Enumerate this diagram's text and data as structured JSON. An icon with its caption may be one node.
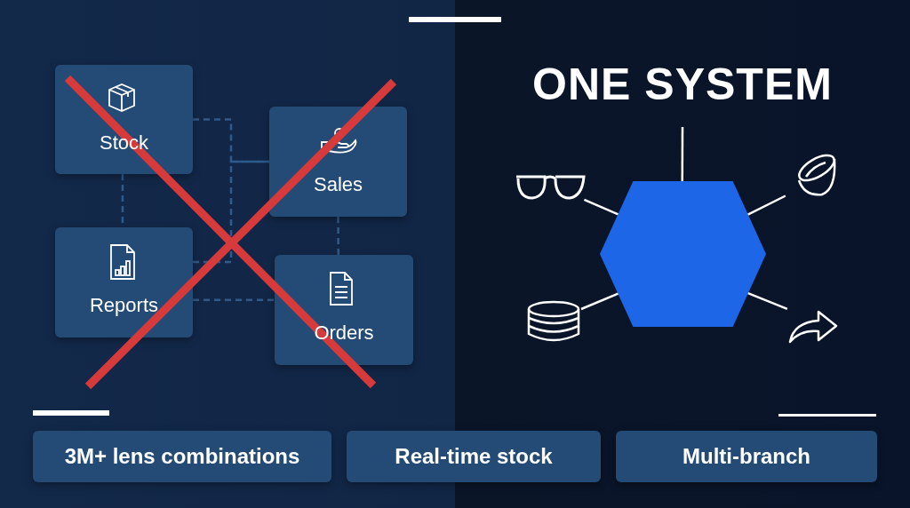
{
  "diagram": {
    "title": "ONE SYSTEM",
    "nodes": [
      {
        "text": [
          "Stock"
        ]
      },
      {
        "text": [
          "Sales"
        ]
      },
      {
        "text": [
          "Reports"
        ]
      },
      {
        "text": [
          "Orders"
        ]
      },
      {
        "text": [],
        "shape": "hexagon"
      },
      {
        "text": [],
        "shape": "glasses"
      },
      {
        "text": [],
        "shape": "lens"
      },
      {
        "text": [],
        "shape": "coins"
      },
      {
        "text": [],
        "shape": "arrow"
      },
      {
        "text": [
          "3M+ lens combinations"
        ]
      },
      {
        "text": [
          "Real-time stock"
        ]
      },
      {
        "text": [
          "Multi-branch"
        ]
      }
    ],
    "edges": [
      {
        "from": 0,
        "to": 1,
        "arrow": "none",
        "style": "dashed",
        "color": "#2f5a8c"
      },
      {
        "from": 2,
        "to": 1,
        "arrow": "none",
        "style": "dashed",
        "color": "#2f5a8c"
      },
      {
        "from": 0,
        "to": 2,
        "arrow": "none",
        "style": "dashed",
        "color": "#2f5a8c"
      },
      {
        "from": 1,
        "to": 3,
        "arrow": "none",
        "style": "dashed",
        "color": "#2f5a8c"
      },
      {
        "from": 2,
        "to": 3,
        "arrow": "none",
        "style": "dashed",
        "color": "#2f5a8c"
      },
      {
        "from": 4,
        "to": null,
        "arrow": "none",
        "color": "#ffffff"
      },
      {
        "from": 4,
        "to": 5,
        "arrow": "none",
        "color": "#ffffff"
      },
      {
        "from": 4,
        "to": 6,
        "arrow": "none",
        "color": "#ffffff"
      },
      {
        "from": 4,
        "to": 7,
        "arrow": "none",
        "color": "#ffffff"
      },
      {
        "from": 4,
        "to": 8,
        "arrow": "none",
        "color": "#ffffff"
      }
    ]
  }
}
